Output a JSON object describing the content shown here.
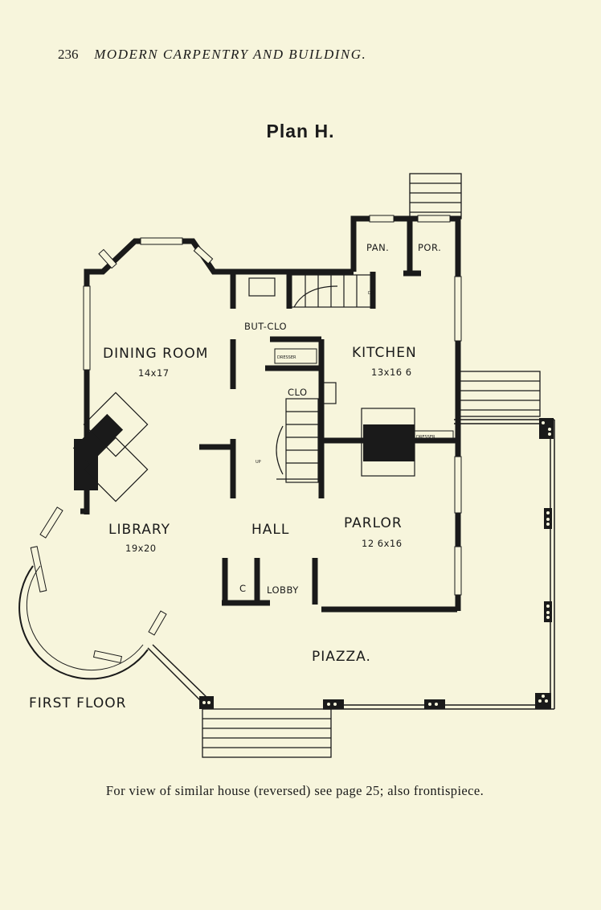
{
  "header": {
    "page_number": "236",
    "running_title": "MODERN CARPENTRY AND BUILDING."
  },
  "plan_title": "Plan H.",
  "rooms": {
    "dining": {
      "name": "DINING ROOM",
      "size": "14x17"
    },
    "kitchen": {
      "name": "KITCHEN",
      "size": "13x16 6"
    },
    "library": {
      "name": "LIBRARY",
      "size": "19x20"
    },
    "parlor": {
      "name": "PARLOR",
      "size": "12 6x16"
    },
    "hall": {
      "name": "HALL"
    },
    "lobby": {
      "name": "LOBBY"
    },
    "closet_c": {
      "name": "C"
    },
    "closet": {
      "name": "CLO"
    },
    "butler_closet": {
      "name": "BUT-CLO"
    },
    "pantry": {
      "name": "PAN."
    },
    "porch": {
      "name": "POR."
    },
    "piazza": {
      "name": "PIAZZA."
    },
    "dresser_dining": {
      "name": "DRESSER"
    },
    "dresser_kitchen": {
      "name": "DRESSER"
    },
    "stair_up": "UP",
    "stair_dn": "DN"
  },
  "floor_label": "FIRST FLOOR",
  "caption": "For view of similar house (reversed) see page 25; also frontispiece."
}
